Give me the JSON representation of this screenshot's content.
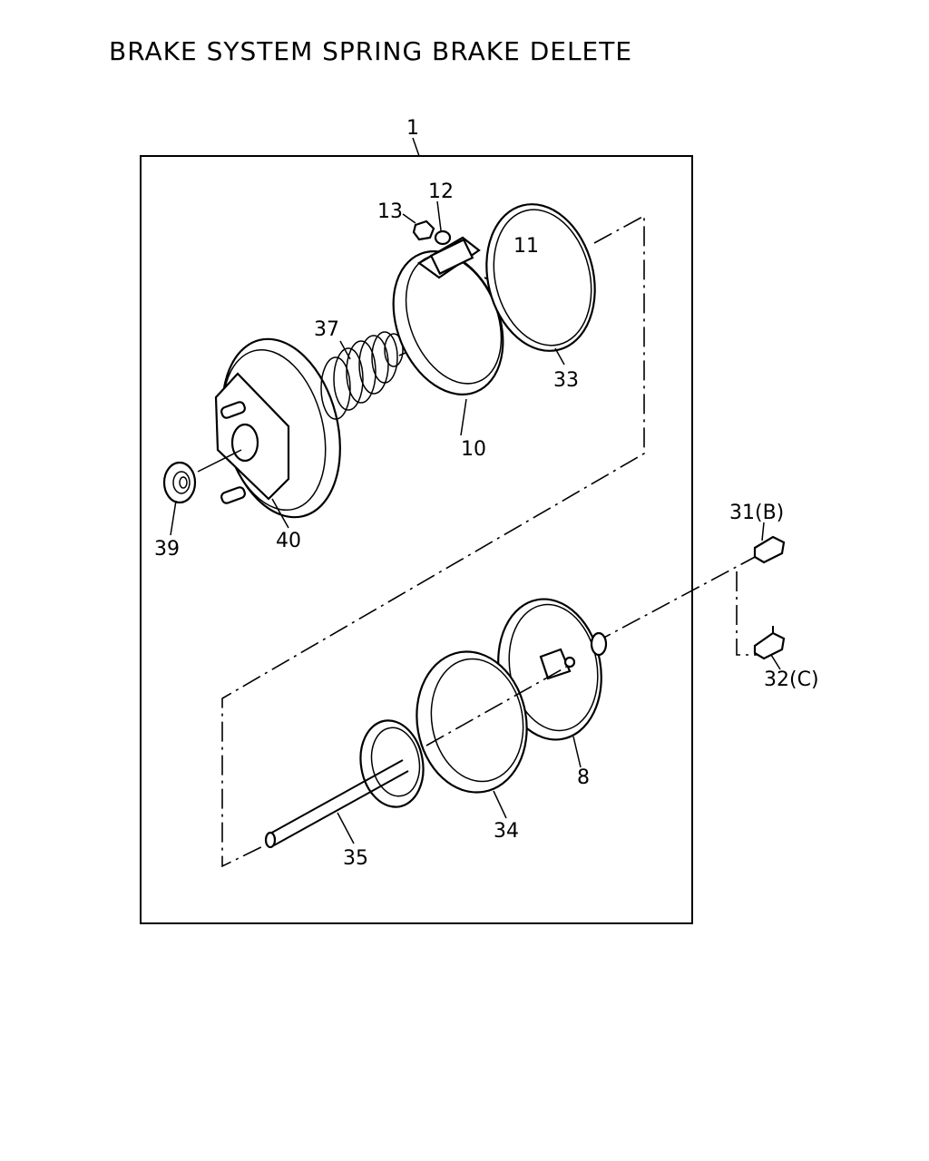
{
  "title": "BRAKE SYSTEM SPRING BRAKE DELETE",
  "callouts": [
    {
      "id": "assembly",
      "text": "1"
    },
    {
      "id": "p12",
      "text": "12"
    },
    {
      "id": "p13",
      "text": "13"
    },
    {
      "id": "p11",
      "text": "11"
    },
    {
      "id": "p37",
      "text": "37"
    },
    {
      "id": "p33",
      "text": "33"
    },
    {
      "id": "p10",
      "text": "10"
    },
    {
      "id": "p39",
      "text": "39"
    },
    {
      "id": "p40",
      "text": "40"
    },
    {
      "id": "p31",
      "text": "31(B)"
    },
    {
      "id": "p32",
      "text": "32(C)"
    },
    {
      "id": "p8",
      "text": "8"
    },
    {
      "id": "p34",
      "text": "34"
    },
    {
      "id": "p35",
      "text": "35"
    }
  ]
}
